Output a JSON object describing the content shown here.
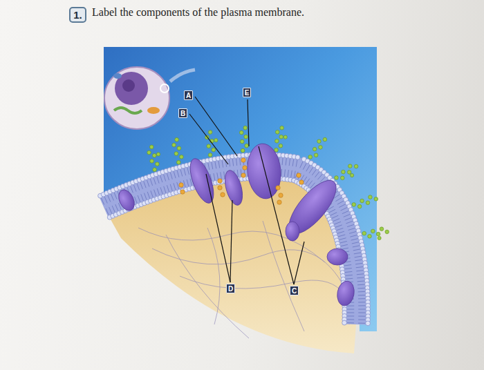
{
  "diagram": {
    "title": "Label the components of the plasma membrane.",
    "nodes": [
      {
        "text": [
          "1."
        ]
      },
      {
        "text": [
          "A"
        ]
      },
      {
        "text": [
          "E"
        ]
      },
      {
        "text": [
          "B"
        ]
      },
      {
        "text": [
          "D"
        ]
      },
      {
        "text": [
          "C"
        ]
      }
    ]
  }
}
